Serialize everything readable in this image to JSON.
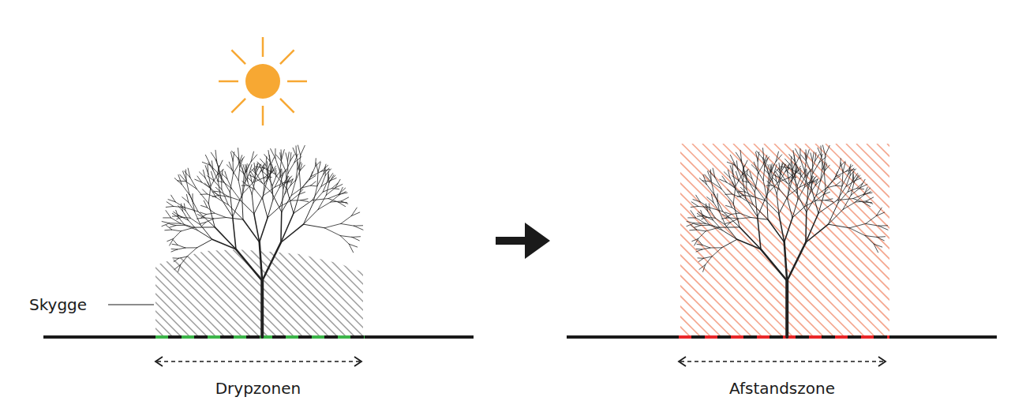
{
  "diagram": {
    "labels": [
      "Skygge",
      "Drypzonen",
      "Afstandszone"
    ]
  }
}
